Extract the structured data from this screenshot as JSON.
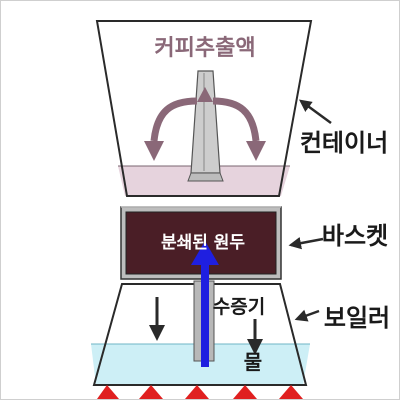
{
  "labels": {
    "coffee_extract": "커피추출액",
    "container": "컨테이너",
    "basket": "바스켓",
    "ground_coffee": "분쇄된 원두",
    "steam": "수증기",
    "boiler": "보일러",
    "water": "물"
  },
  "colors": {
    "outline": "#2a2a2a",
    "coffee_text": "#8a6878",
    "coffee_arrow": "#8a6878",
    "coffee_liquid": "#e6d3dd",
    "basket_body": "#4a1e26",
    "basket_frame": "#9a9a9a",
    "tube": "#b8b8b8",
    "water": "#cdeff6",
    "steam_arrow": "#1f1fe0",
    "flame": "#e02020"
  },
  "icons": [
    "pointer-arrow-icon",
    "down-arrow-icon",
    "flame-icon"
  ]
}
